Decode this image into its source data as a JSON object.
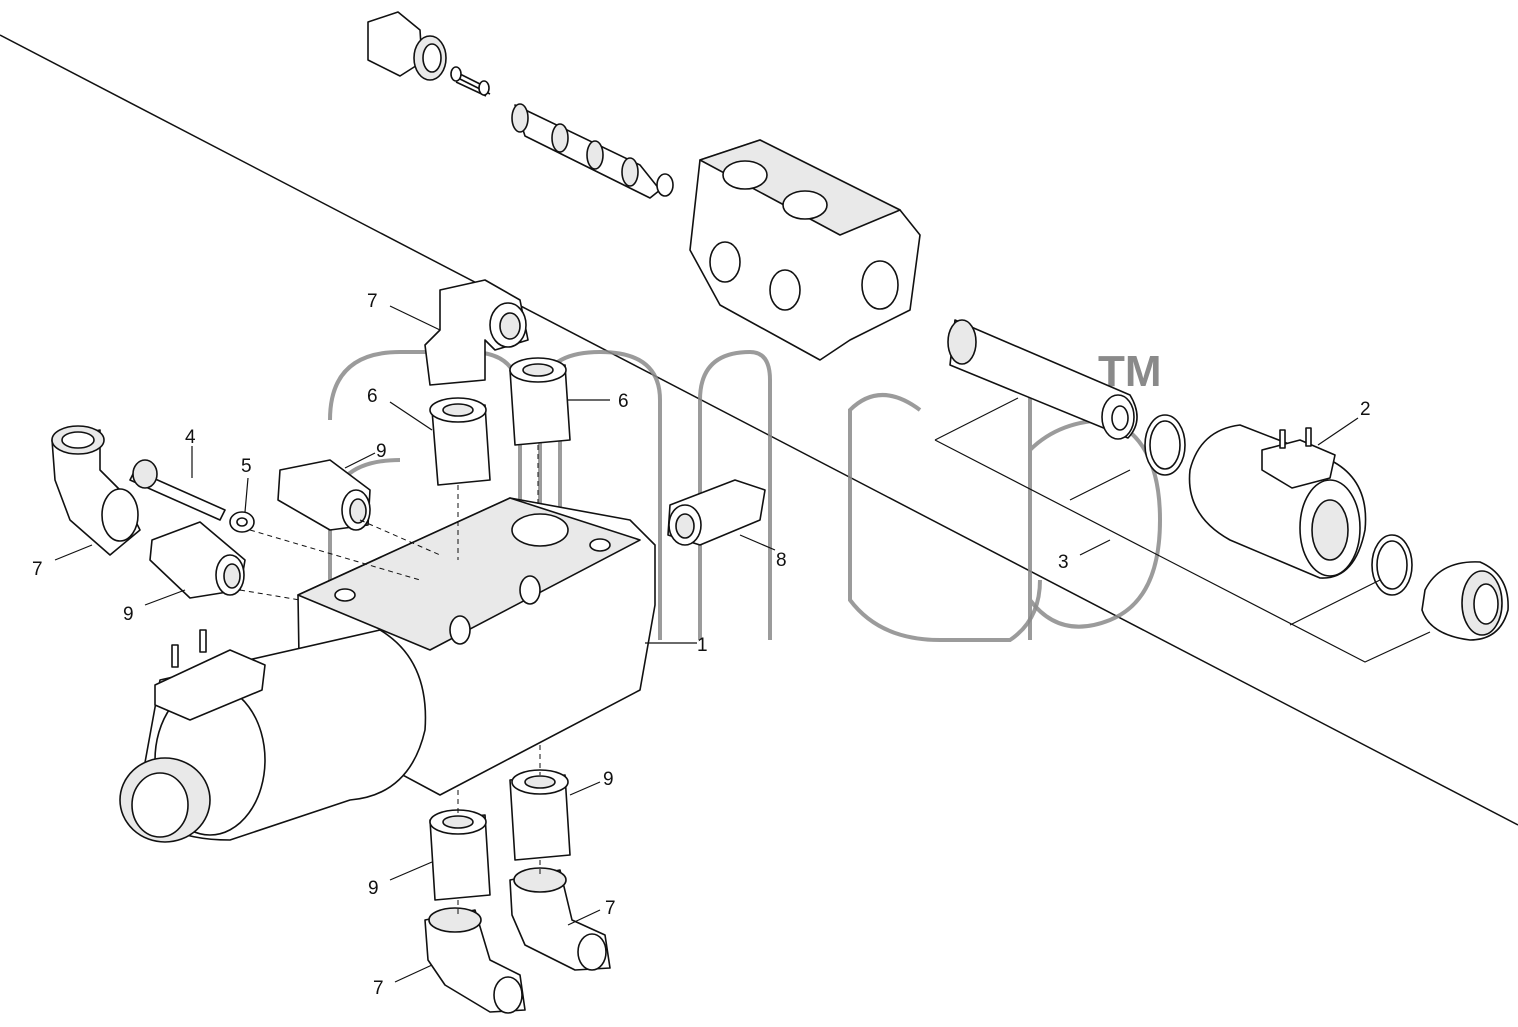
{
  "watermark": {
    "tm": "TM"
  },
  "callouts": {
    "c1": "1",
    "c2": "2",
    "c3": "3",
    "c4": "4",
    "c5": "5",
    "c6a": "6",
    "c6b": "6",
    "c7a": "7",
    "c7b": "7",
    "c7c": "7",
    "c7d": "7",
    "c8": "8",
    "c9a": "9",
    "c9b": "9",
    "c9c": "9",
    "c9d": "9"
  }
}
